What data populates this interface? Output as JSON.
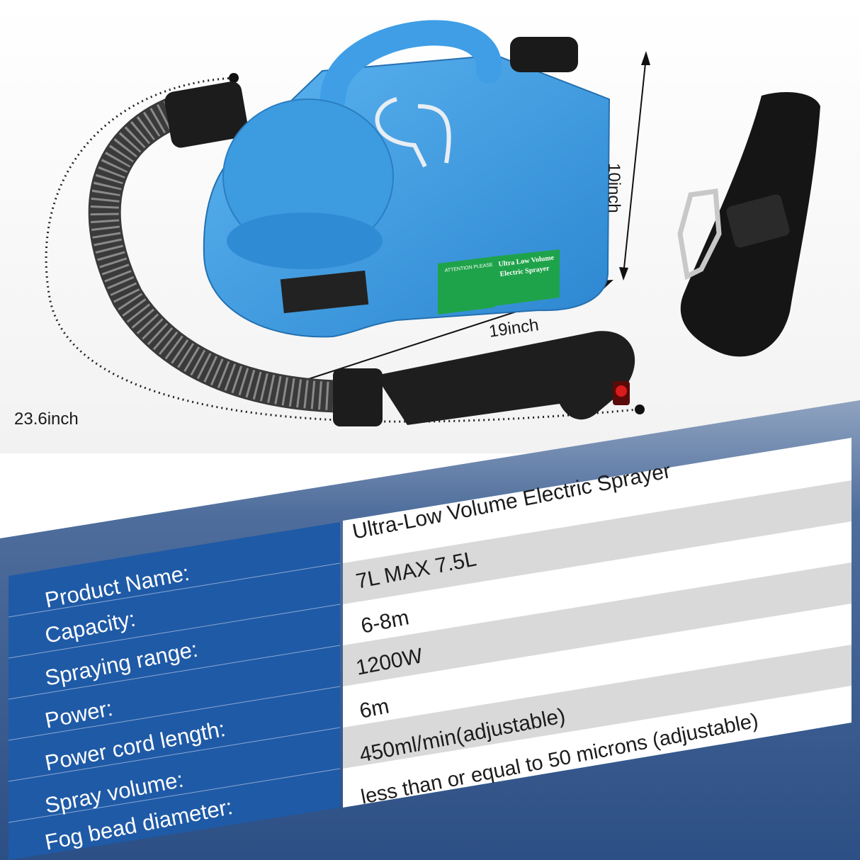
{
  "dimensions": {
    "height": "10inch",
    "length": "19inch",
    "hose": "23.6inch"
  },
  "sprayer_sticker": {
    "title_line1": "Ultra Low Volume",
    "title_line2": "Electric Sprayer",
    "warning_title": "ATTENTION PLEASE"
  },
  "specs": {
    "title": "Ultra-Low Volume Electric Sprayer",
    "rows": [
      {
        "label": "Product Name:",
        "value": "Ultra-Low Volume Electric Sprayer"
      },
      {
        "label": "Capacity:",
        "value": "7L MAX 7.5L"
      },
      {
        "label": "Spraying range:",
        "value": "6-8m"
      },
      {
        "label": "Power:",
        "value": "1200W"
      },
      {
        "label": "Power cord length:",
        "value": "6m"
      },
      {
        "label": "Spray volume:",
        "value": "450ml/min(adjustable)"
      },
      {
        "label": "Fog bead diameter:",
        "value": "less than or equal to 50 microns (adjustable)"
      }
    ]
  },
  "colors": {
    "sprayer_blue": "#3d9be0",
    "panel_blue": "#1f5aa6",
    "hose_dark": "#2c2c2c",
    "sticker_green": "#1fa34a"
  }
}
